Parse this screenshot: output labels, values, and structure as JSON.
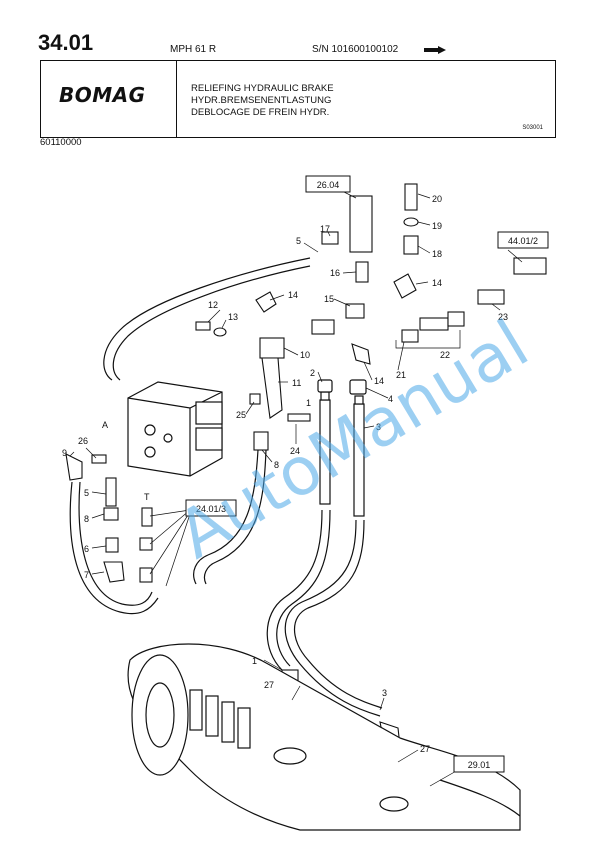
{
  "header": {
    "page_number": "34.01",
    "model": "MPH 61 R",
    "serial": "S/N 101600100102"
  },
  "title_box": {
    "logo": "BOMAG",
    "title_en": "RELIEFING HYDRAULIC BRAKE",
    "title_de": "HYDR.BREMSENENTLASTUNG",
    "title_fr": "DEBLOCAGE DE FREIN HYDR.",
    "ref_code": "S03001"
  },
  "part_number": "60110000",
  "diagram": {
    "ref_boxes": [
      "26.04",
      "44.01/2",
      "24.01/3",
      "29.01"
    ],
    "callouts": {
      "l1a": "1",
      "l1b": "1",
      "l2": "2",
      "l3a": "3",
      "l3b": "3",
      "l4": "4",
      "l5a": "5",
      "l5b": "5",
      "l6": "6",
      "l7": "7",
      "l8a": "8",
      "l8b": "8",
      "l9": "9",
      "l10": "10",
      "l11": "11",
      "l12": "12",
      "l13": "13",
      "l14a": "14",
      "l14b": "14",
      "l14c": "14",
      "l15": "15",
      "l16": "16",
      "l17": "17",
      "l18": "18",
      "l19": "19",
      "l20": "20",
      "l21": "21",
      "l22": "22",
      "l23": "23",
      "l24": "24",
      "l25": "25",
      "l26": "26",
      "l27a": "27",
      "l27b": "27",
      "port_a": "A",
      "port_t": "T"
    },
    "watermark": "AutoManual"
  }
}
